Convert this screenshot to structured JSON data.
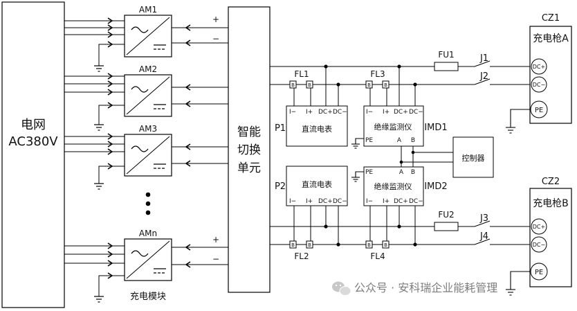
{
  "grid": {
    "line1": "电网",
    "line2": "AC380V"
  },
  "modules": [
    "AM1",
    "AM2",
    "AM3",
    "AMn"
  ],
  "module_caption": "充电模块",
  "polarity": {
    "plus": "+",
    "minus": "−"
  },
  "switch_unit": [
    "智能",
    "切换",
    "单元"
  ],
  "guns": [
    {
      "id": "CZ1",
      "name": "充电枪A"
    },
    {
      "id": "CZ2",
      "name": "充电枪B"
    }
  ],
  "terminals": {
    "dcp": "DC+",
    "dcm": "DC−",
    "pe": "PE"
  },
  "fuses": [
    "FU1",
    "FU2"
  ],
  "relays": [
    "J1",
    "J2",
    "J3",
    "J4"
  ],
  "filters": [
    "FL1",
    "FL3",
    "FL2",
    "FL4"
  ],
  "filter_letter": "B",
  "meter": {
    "name": "直流电表",
    "pins": [
      "I−",
      "I+",
      "DC+",
      "DC−"
    ],
    "labels": [
      "P1",
      "P2"
    ]
  },
  "imd": {
    "name": "绝缘监测仪",
    "pins": [
      "I−",
      "I+",
      "DC+",
      "DC−"
    ],
    "pe": "PE",
    "a": "A",
    "b": "B",
    "labels": [
      "IMD1",
      "IMD2"
    ]
  },
  "controller": "控制器",
  "watermark": "公众号 · 安科瑞企业能耗管理"
}
